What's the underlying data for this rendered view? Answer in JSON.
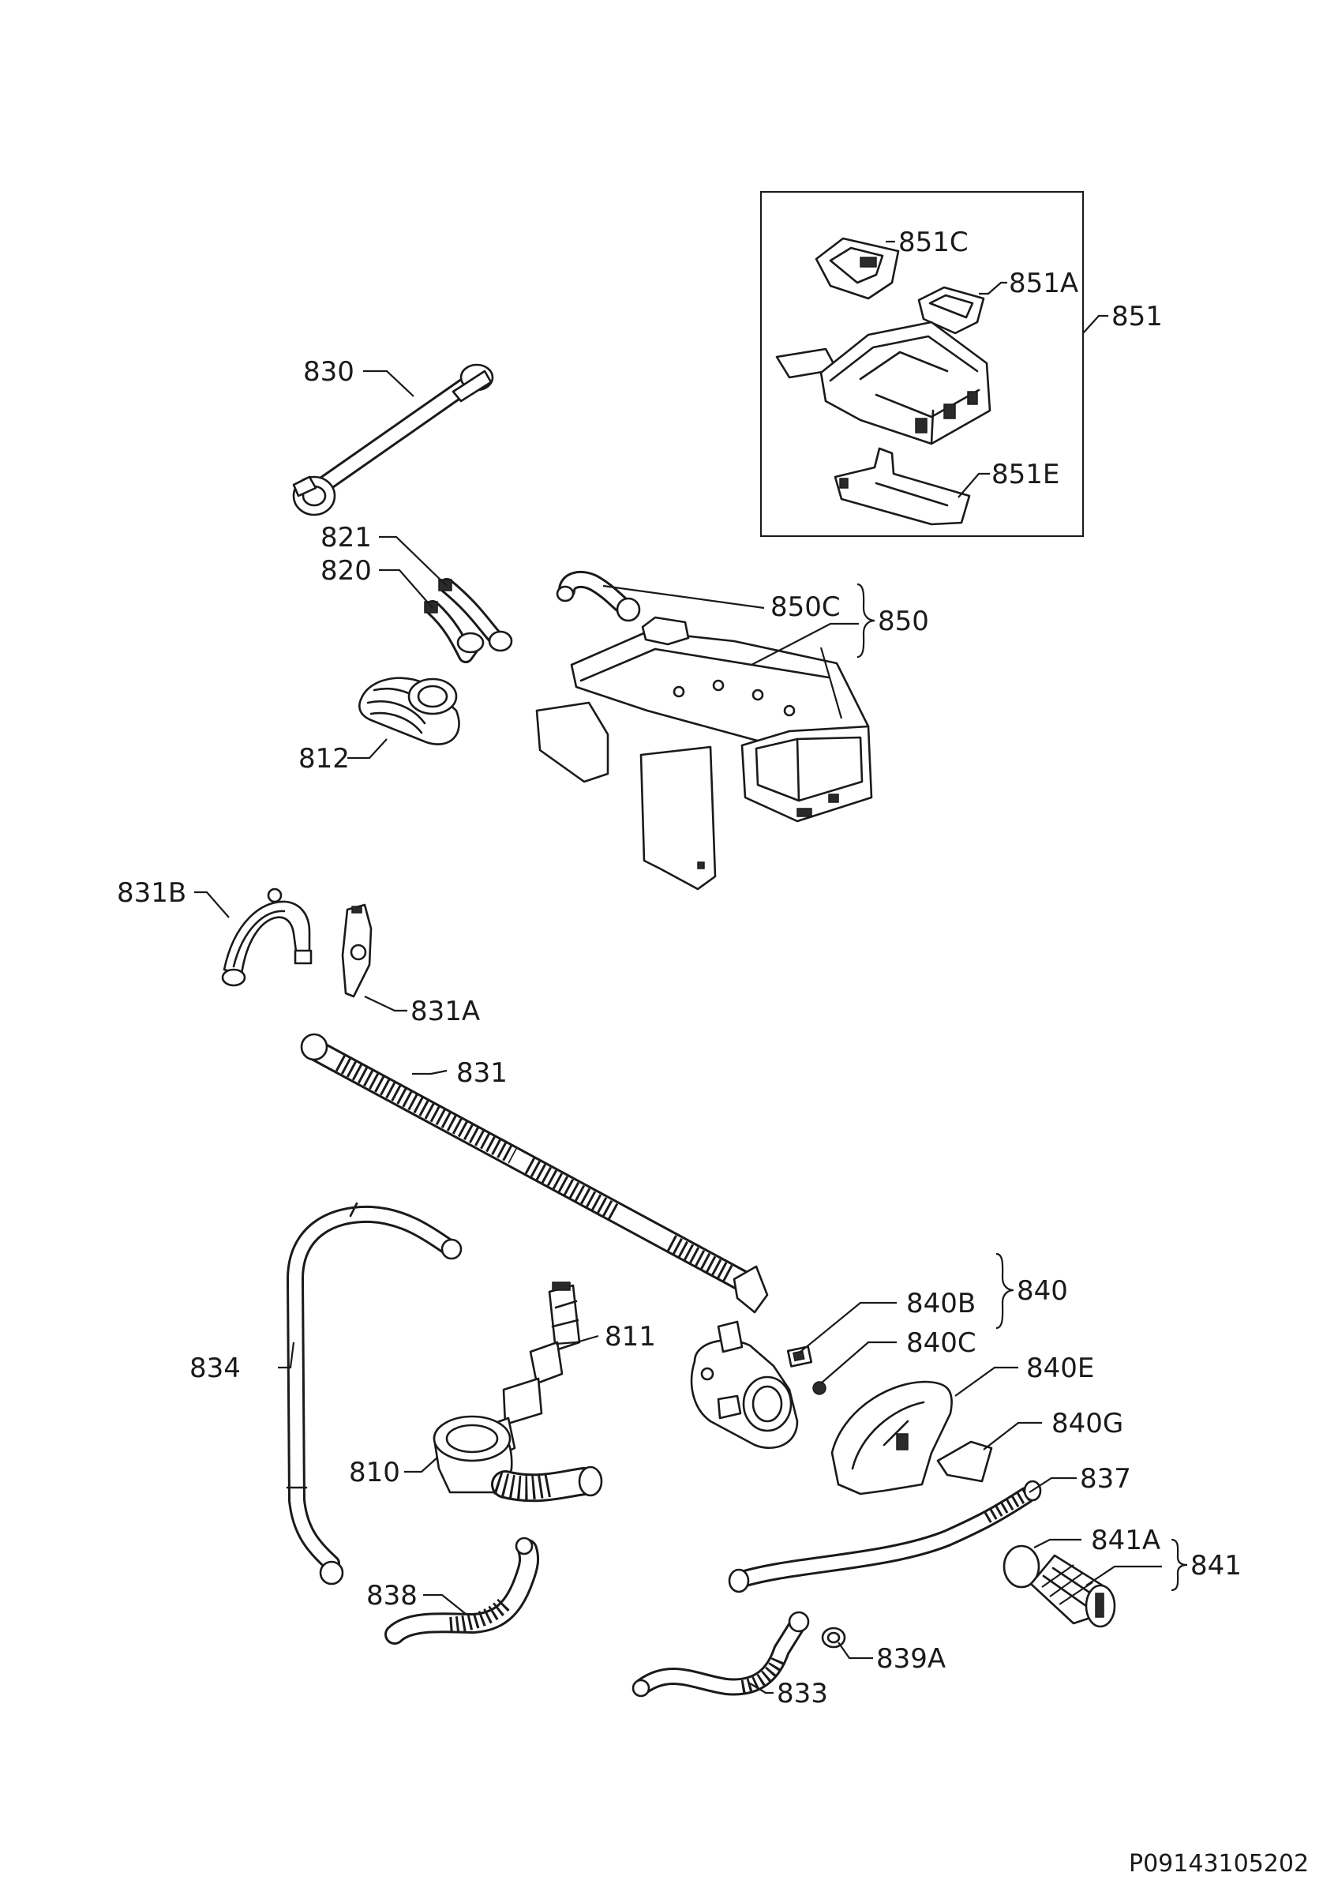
{
  "document_code": "P09143105202",
  "labels": {
    "p851": "851",
    "p851A": "851A",
    "p851C": "851C",
    "p851E": "851E",
    "p830": "830",
    "p821": "821",
    "p820": "820",
    "p850": "850",
    "p850C": "850C",
    "p812": "812",
    "p831B": "831B",
    "p831A": "831A",
    "p831": "831",
    "p840": "840",
    "p840B": "840B",
    "p840C": "840C",
    "p840E": "840E",
    "p840G": "840G",
    "p834": "834",
    "p811": "811",
    "p810": "810",
    "p837": "837",
    "p841": "841",
    "p841A": "841A",
    "p838": "838",
    "p839A": "839A",
    "p833": "833"
  }
}
